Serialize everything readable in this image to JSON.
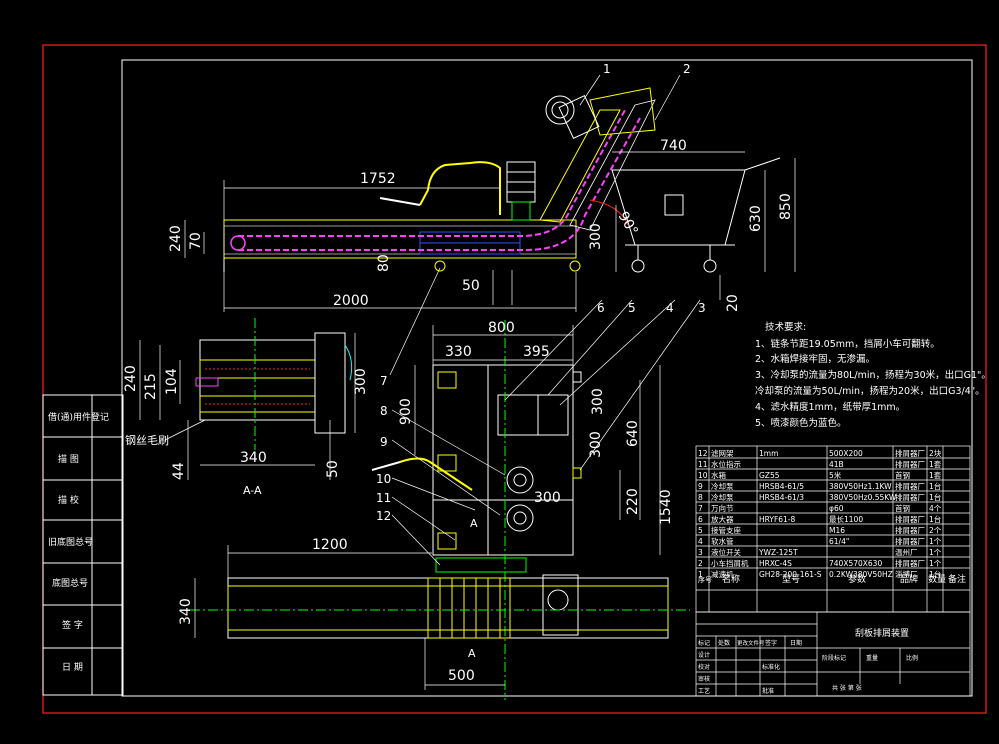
{
  "colors": {
    "background": "#000000",
    "frame": "#ff2020",
    "white": "#ffffff",
    "cyan": "#00ffff",
    "yellow": "#ffff00",
    "magenta": "#ff40ff",
    "blue": "#3050ff",
    "green": "#00ff00"
  },
  "callouts": [
    "1",
    "2",
    "3",
    "4",
    "5",
    "6",
    "7",
    "8",
    "9",
    "10",
    "11",
    "12"
  ],
  "dimensions": {
    "d1752": "1752",
    "d740": "740",
    "d850": "850",
    "d630": "630",
    "d240a": "240",
    "d70": "70",
    "d300a": "300",
    "d80": "80",
    "d50a": "50",
    "d2000": "2000",
    "d20": "20",
    "d90deg": "90°",
    "d800": "800",
    "d330": "330",
    "d395": "395",
    "d300b": "300",
    "d300c": "300",
    "d640": "640",
    "d900": "900",
    "d300d": "300",
    "d220": "220",
    "d1540": "1540",
    "d240b": "240",
    "d215": "215",
    "d104": "104",
    "d300e": "300",
    "d340a": "340",
    "d44": "44",
    "d50b": "50",
    "d1200": "1200",
    "d340b": "340",
    "d500": "500"
  },
  "labels": {
    "brush": "钢丝毛刷",
    "section": "A-A",
    "section_mark_a1": "A",
    "section_mark_a2": "A"
  },
  "tech": {
    "title": "技术要求:",
    "lines": [
      "1、链条节距19.05mm，挡屑小车可翻转。",
      "2、水箱焊接牢固，无渗漏。",
      "3、冷却泵的流量为80L/min，扬程为30米，出口G1\"。",
      "   冷却泵的流量为50L/min，扬程为20米，出口G3/4\"。",
      "4、滤水精度1mm，纸带厚1mm。",
      "5、喷漆颜色为蓝色。"
    ]
  },
  "bom": {
    "rows": [
      [
        "12",
        "滤网架",
        "1mm",
        "500X200",
        "排屑器厂",
        "2块"
      ],
      [
        "11",
        "水位指示",
        "",
        "41B",
        "排屑器厂",
        "1套"
      ],
      [
        "10",
        "水箱",
        "GZ55",
        "5米",
        "首钢",
        "1套"
      ],
      [
        "9",
        "冷却泵",
        "HRSB4-61/5",
        "380V50Hz1.1KW",
        "排屑器厂",
        "1台"
      ],
      [
        "8",
        "冷却泵",
        "HRSB4-61/3",
        "380V50Hz0.55KW",
        "排屑器厂",
        "1台"
      ],
      [
        "7",
        "万向节",
        "",
        "φ60",
        "首钢",
        "4个"
      ],
      [
        "6",
        "放大器",
        "HRYF61-8",
        "最长1100",
        "排屑器厂",
        "1台"
      ],
      [
        "5",
        "接管支座",
        "",
        "M16",
        "排屑器厂",
        "2个"
      ],
      [
        "4",
        "软水管",
        "",
        "61/4\"",
        "排屑器厂",
        "1个"
      ],
      [
        "3",
        "液位开关",
        "YWZ-125T",
        "",
        "温州厂",
        "1个"
      ],
      [
        "2",
        "小车挡屑机",
        "HRXC-4S",
        "740X570X630",
        "排屑器厂",
        "1个"
      ],
      [
        "1",
        "减速机",
        "GH28-200-161-S",
        "0.2KW380V50HZ",
        "淄博厂",
        "1台"
      ]
    ],
    "headers": [
      "序号",
      "名称",
      "型号",
      "参数",
      "品牌",
      "数量",
      "备注"
    ],
    "title": "刮板排屑装置",
    "sig_row": [
      "标记",
      "处数",
      "更改文件号",
      "签字",
      "日期"
    ],
    "roles": [
      "设计",
      "校对",
      "审核",
      "工艺",
      "标准化",
      "批准"
    ],
    "stage": [
      "阶段标记",
      "重量",
      "比例"
    ],
    "sheet": "共 张 第 张"
  },
  "side_table": [
    "借(通)用件登记",
    "描 图",
    "描 校",
    "旧底图总号",
    "底图总号",
    "签 字",
    "日 期"
  ]
}
